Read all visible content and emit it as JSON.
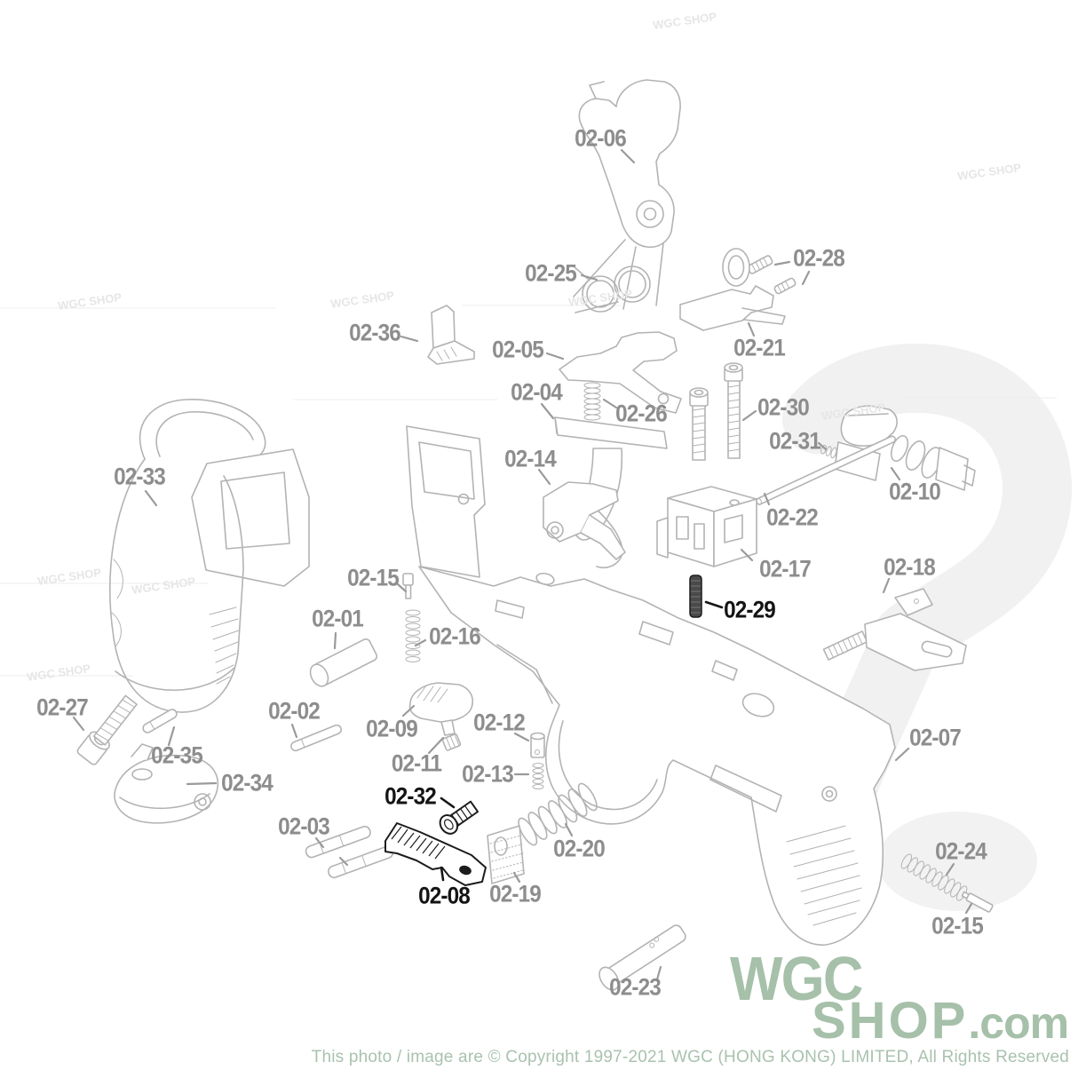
{
  "diagram": {
    "labels": [
      {
        "id": "02-06",
        "text": "02-06",
        "highlighted": false
      },
      {
        "id": "02-25",
        "text": "02-25",
        "highlighted": false
      },
      {
        "id": "02-28",
        "text": "02-28",
        "highlighted": false
      },
      {
        "id": "02-36",
        "text": "02-36",
        "highlighted": false
      },
      {
        "id": "02-05",
        "text": "02-05",
        "highlighted": false
      },
      {
        "id": "02-21",
        "text": "02-21",
        "highlighted": false
      },
      {
        "id": "02-04",
        "text": "02-04",
        "highlighted": false
      },
      {
        "id": "02-26",
        "text": "02-26",
        "highlighted": false
      },
      {
        "id": "02-30",
        "text": "02-30",
        "highlighted": false
      },
      {
        "id": "02-31",
        "text": "02-31",
        "highlighted": false
      },
      {
        "id": "02-14",
        "text": "02-14",
        "highlighted": false
      },
      {
        "id": "02-10",
        "text": "02-10",
        "highlighted": false
      },
      {
        "id": "02-22",
        "text": "02-22",
        "highlighted": false
      },
      {
        "id": "02-33",
        "text": "02-33",
        "highlighted": false
      },
      {
        "id": "02-17",
        "text": "02-17",
        "highlighted": false
      },
      {
        "id": "02-18",
        "text": "02-18",
        "highlighted": false
      },
      {
        "id": "02-15a",
        "text": "02-15",
        "highlighted": false
      },
      {
        "id": "02-29",
        "text": "02-29",
        "highlighted": true
      },
      {
        "id": "02-01",
        "text": "02-01",
        "highlighted": false
      },
      {
        "id": "02-16",
        "text": "02-16",
        "highlighted": false
      },
      {
        "id": "02-02",
        "text": "02-02",
        "highlighted": false
      },
      {
        "id": "02-09",
        "text": "02-09",
        "highlighted": false
      },
      {
        "id": "02-12",
        "text": "02-12",
        "highlighted": false
      },
      {
        "id": "02-27",
        "text": "02-27",
        "highlighted": false
      },
      {
        "id": "02-11",
        "text": "02-11",
        "highlighted": false
      },
      {
        "id": "02-13",
        "text": "02-13",
        "highlighted": false
      },
      {
        "id": "02-35",
        "text": "02-35",
        "highlighted": false
      },
      {
        "id": "02-34",
        "text": "02-34",
        "highlighted": false
      },
      {
        "id": "02-32",
        "text": "02-32",
        "highlighted": true
      },
      {
        "id": "02-03",
        "text": "02-03",
        "highlighted": false
      },
      {
        "id": "02-20",
        "text": "02-20",
        "highlighted": false
      },
      {
        "id": "02-07",
        "text": "02-07",
        "highlighted": false
      },
      {
        "id": "02-08",
        "text": "02-08",
        "highlighted": true
      },
      {
        "id": "02-19",
        "text": "02-19",
        "highlighted": false
      },
      {
        "id": "02-24",
        "text": "02-24",
        "highlighted": false
      },
      {
        "id": "02-15b",
        "text": "02-15",
        "highlighted": false
      },
      {
        "id": "02-23",
        "text": "02-23",
        "highlighted": false
      }
    ],
    "highlighted_parts": [
      "02-29",
      "02-32",
      "02-08"
    ]
  },
  "watermark": {
    "tile_text": "WGC SHOP"
  },
  "logo": {
    "line1": "WGC",
    "line2": "SHOP",
    "suffix": ".com"
  },
  "footer": {
    "copyright": "This photo / image are © Copyright 1997-2021 WGC (HONG KONG) LIMITED, All Rights Reserved"
  },
  "colors": {
    "label_gray": "#8d8d8d",
    "highlight_black": "#141414",
    "line_art": "#b3b3b3",
    "brand_green": "#a6c0a9",
    "watermark": "#f1f1f1"
  }
}
